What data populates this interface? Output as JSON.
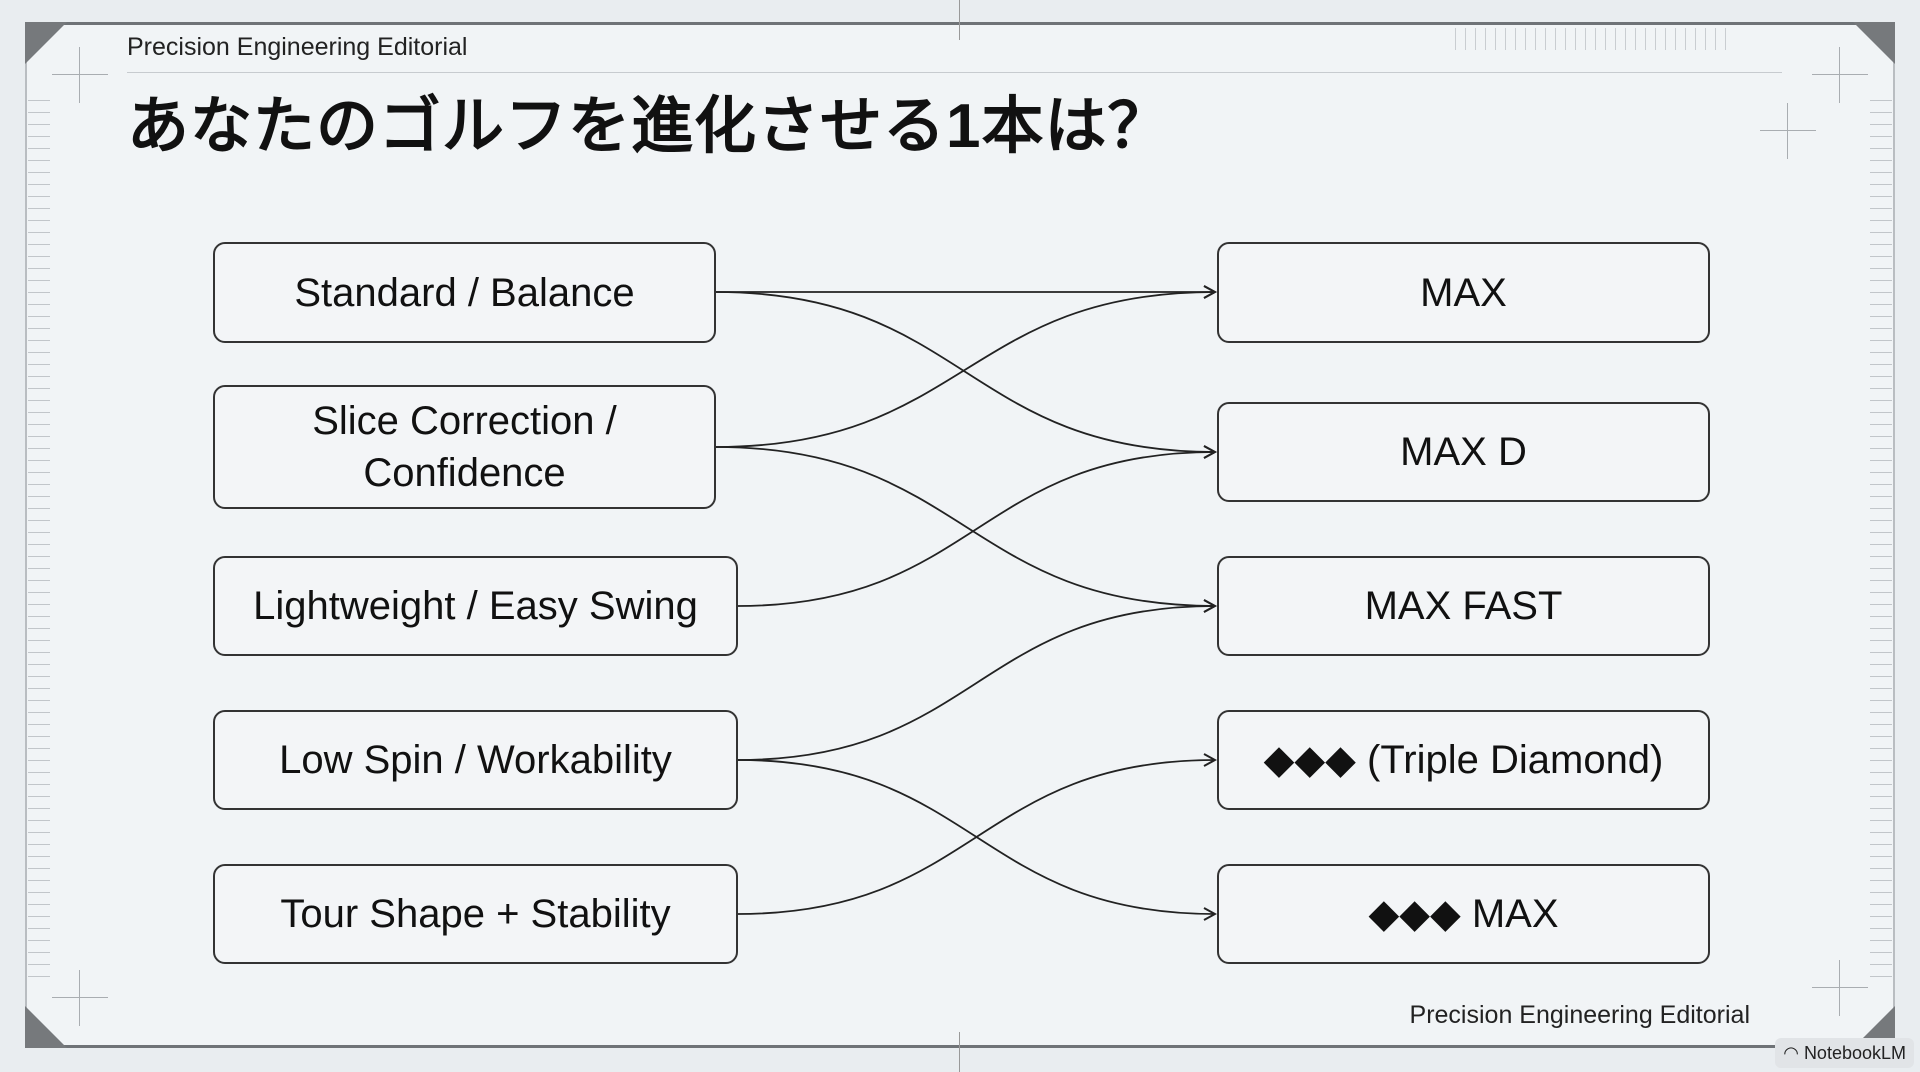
{
  "header": {
    "brand": "Precision Engineering Editorial",
    "title": "あなたのゴルフを進化させる1本は？"
  },
  "left": [
    {
      "label": "Standard / Balance"
    },
    {
      "label": "Slice Correction / Confidence"
    },
    {
      "label": "Lightweight / Easy Swing"
    },
    {
      "label": "Low Spin / Workability"
    },
    {
      "label": "Tour Shape + Stability"
    }
  ],
  "right": [
    {
      "label": "MAX"
    },
    {
      "label": "MAX D"
    },
    {
      "label": "MAX FAST"
    },
    {
      "label": "◆◆◆ (Triple Diamond)"
    },
    {
      "label": "◆◆◆ MAX"
    }
  ],
  "links": [
    [
      0,
      0
    ],
    [
      0,
      1
    ],
    [
      1,
      0
    ],
    [
      1,
      2
    ],
    [
      2,
      1
    ],
    [
      3,
      2
    ],
    [
      3,
      4
    ],
    [
      4,
      3
    ]
  ],
  "footer": {
    "brand": "Precision Engineering Editorial",
    "badge": "NotebookLM"
  }
}
